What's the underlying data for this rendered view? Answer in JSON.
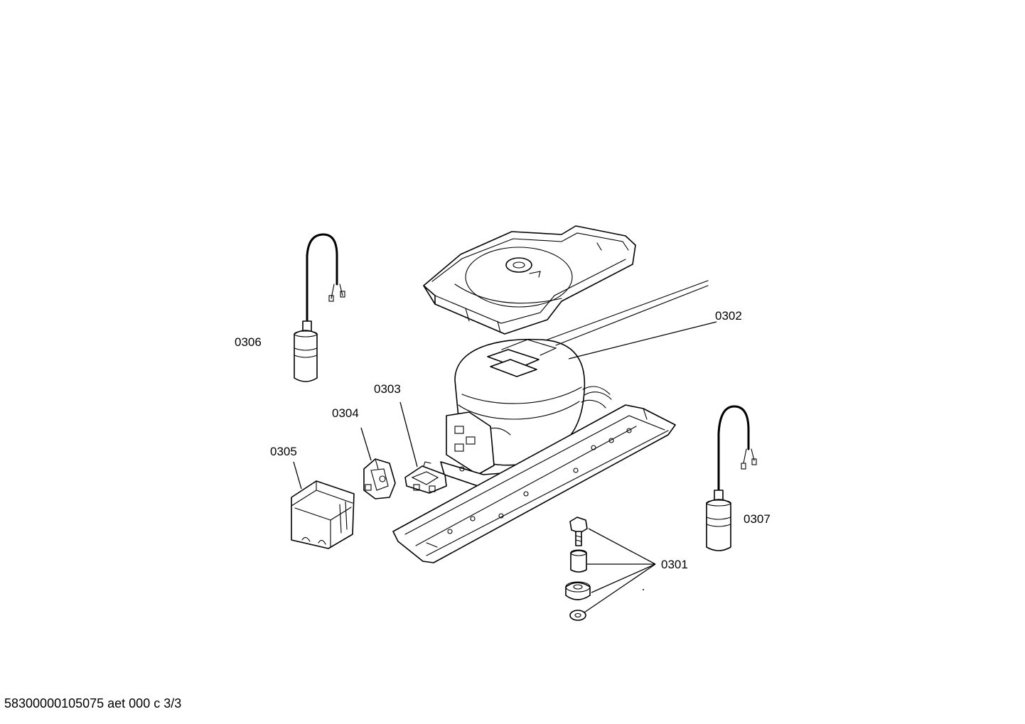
{
  "diagram": {
    "callouts": {
      "p0301": "0301",
      "p0302": "0302",
      "p0303": "0303",
      "p0304": "0304",
      "p0305": "0305",
      "p0306": "0306",
      "p0307": "0307"
    }
  },
  "footer": {
    "doc_id": "58300000105075 aet 000 c 3/3"
  }
}
